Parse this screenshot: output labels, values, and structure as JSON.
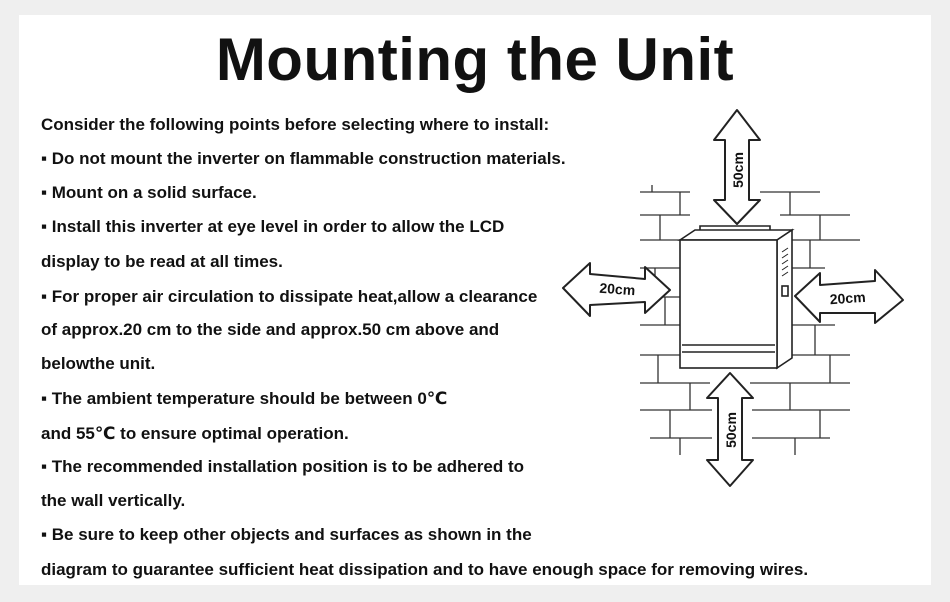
{
  "page": {
    "title": "Mounting the Unit",
    "lines": [
      "Consider the following points before selecting where to install:",
      "▪ Do not mount the inverter on flammable construction materials.",
      "▪ Mount on a solid surface.",
      "▪ Install this inverter at eye level in order to allow the LCD",
      "  display to be read at all times.",
      "▪ For proper air circulation to dissipate heat,allow a clearance",
      "  of approx.20 cm to the side and approx.50 cm above and",
      "  belowthe unit.",
      "▪ The ambient temperature should be between 0℃",
      "   and 55℃ to ensure optimal operation.",
      "▪ The recommended installation position is to be adhered to",
      "   the wall vertically.",
      "▪ Be sure to keep other objects and surfaces as shown in the",
      "  diagram to guarantee sufficient heat dissipation and to have enough space for removing wires."
    ]
  },
  "diagram": {
    "top_label": "50cm",
    "bottom_label": "50cm",
    "left_label": "20cm",
    "right_label": "20cm"
  }
}
